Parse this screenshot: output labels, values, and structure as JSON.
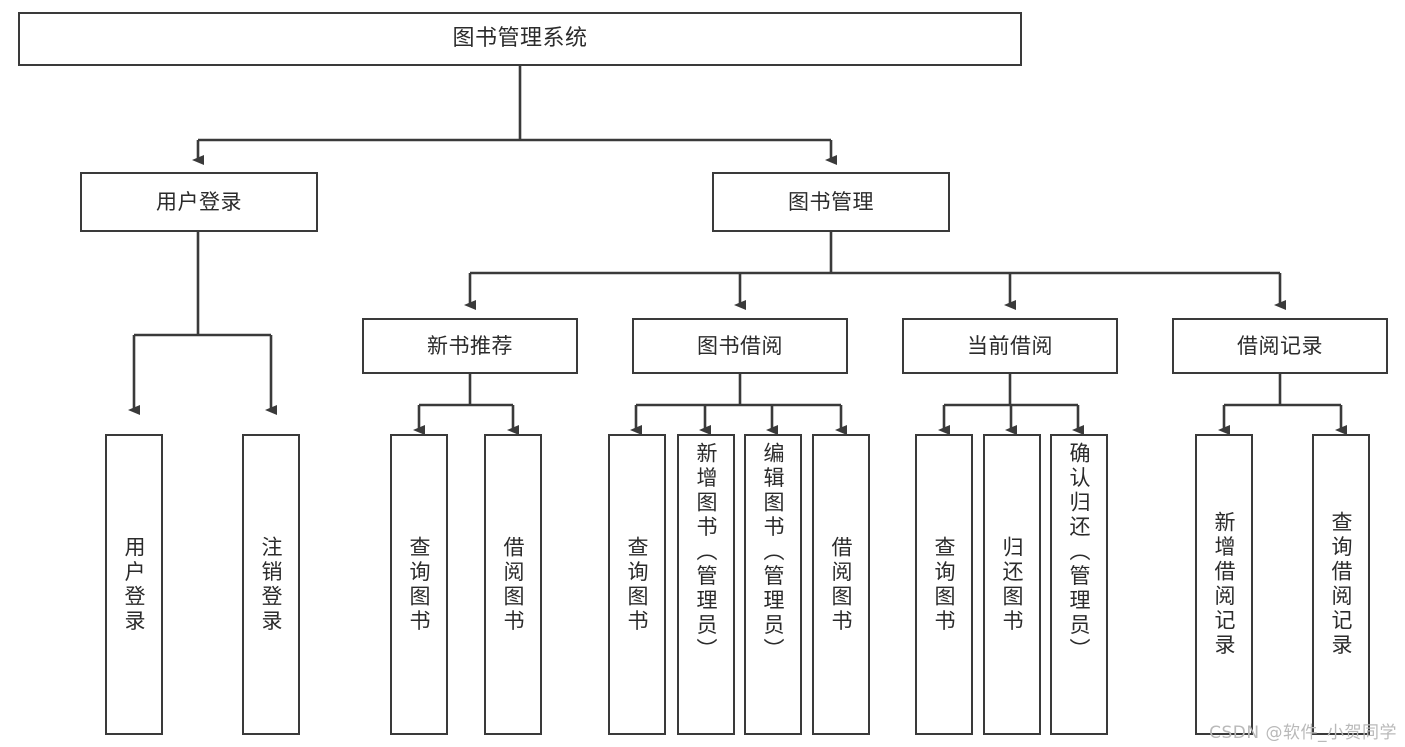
{
  "diagram": {
    "title": "图书管理系统",
    "watermark": "CSDN @软件_小贺同学",
    "stroke_color": "#3a3a3a",
    "text_color": "#2b2b2b",
    "background": "#ffffff"
  },
  "nodes": {
    "root": {
      "label": "图书管理系统"
    },
    "level1": [
      {
        "label": "用户登录"
      },
      {
        "label": "图书管理"
      }
    ],
    "level2": [
      {
        "label": "新书推荐"
      },
      {
        "label": "图书借阅"
      },
      {
        "label": "当前借阅"
      },
      {
        "label": "借阅记录"
      }
    ],
    "leaves": {
      "user_login": [
        {
          "label": "用户登录"
        },
        {
          "label": "注销登录"
        }
      ],
      "new_book": [
        {
          "label": "查询图书"
        },
        {
          "label": "借阅图书"
        }
      ],
      "borrow_book": [
        {
          "label": "查询图书"
        },
        {
          "label": "新增图书（管理员）"
        },
        {
          "label": "编辑图书（管理员）"
        },
        {
          "label": "借阅图书"
        }
      ],
      "current_borrow": [
        {
          "label": "查询图书"
        },
        {
          "label": "归还图书"
        },
        {
          "label": "确认归还（管理员）"
        }
      ],
      "borrow_record": [
        {
          "label": "新增借阅记录"
        },
        {
          "label": "查询借阅记录"
        }
      ]
    }
  }
}
